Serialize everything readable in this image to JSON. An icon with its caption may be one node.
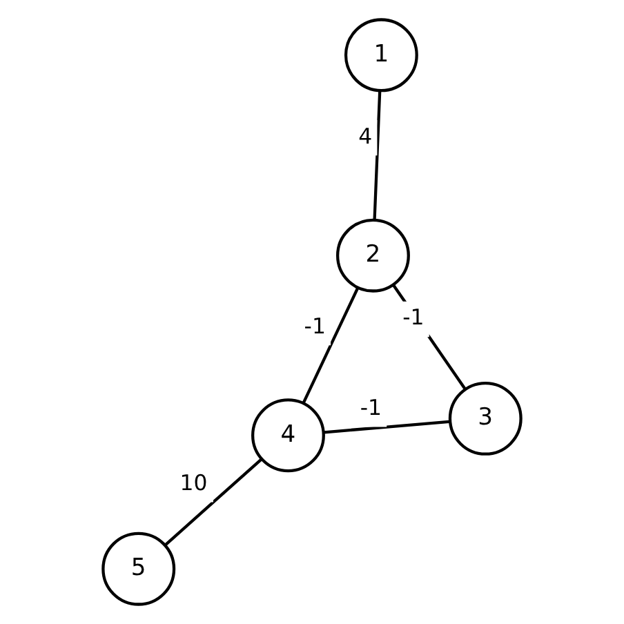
{
  "diagram": {
    "nodes": [
      {
        "text": [
          "4"
        ]
      },
      {
        "text": [
          "3"
        ]
      },
      {
        "text": [
          "5"
        ]
      },
      {
        "text": [
          "2"
        ]
      },
      {
        "text": [
          "1"
        ]
      }
    ],
    "edges": [
      {
        "from": 1,
        "to": 0,
        "arrow": "none",
        "label": "-1"
      },
      {
        "from": 1,
        "to": 3,
        "arrow": "none",
        "label": "-1"
      },
      {
        "from": 3,
        "to": 0,
        "arrow": "none",
        "label": "-1"
      },
      {
        "from": 0,
        "to": 2,
        "arrow": "none",
        "label": "10"
      },
      {
        "from": 4,
        "to": 3,
        "arrow": "none",
        "label": "4"
      }
    ]
  }
}
